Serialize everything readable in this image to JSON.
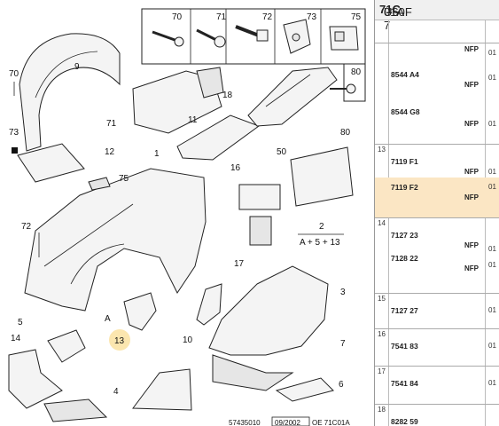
{
  "header": {
    "code_prefix": "U60F 7",
    "code_bold": "71C",
    "code_suffix": "01A"
  },
  "callouts": {
    "c70": "70",
    "c71": "71",
    "c72": "72",
    "c73": "73",
    "c75": "75",
    "c80": "80",
    "c1": "1",
    "c2": "2",
    "c3": "3",
    "c4": "4",
    "c5": "5",
    "c6": "6",
    "c7": "7",
    "c9": "9",
    "c10": "10",
    "c11": "11",
    "c12": "12",
    "c13": "13",
    "c14": "14",
    "c16": "16",
    "c17": "17",
    "c18": "18",
    "c50": "50",
    "A": "A",
    "formula": "A + 5 + 13"
  },
  "footer": {
    "ref1": "57435010",
    "date": "09/2002",
    "ref2": "OE 71C01A"
  },
  "parts_rows": [
    {
      "index": "",
      "lines": [
        {
          "ref": "",
          "nfp": "NFP",
          "qty": "01"
        },
        {
          "ref": "8544 A4",
          "nfp": "NFP",
          "qty": "01"
        },
        {
          "ref": "8544 G8",
          "nfp": "NFP",
          "qty": "01"
        }
      ]
    },
    {
      "index": "13",
      "lines": [
        {
          "ref": "7119 F1",
          "nfp": "NFP",
          "qty": "01"
        }
      ]
    },
    {
      "index": "",
      "selected": true,
      "lines": [
        {
          "ref": "7119 F2",
          "nfp": "NFP",
          "qty": "01"
        }
      ]
    },
    {
      "index": "14",
      "lines": [
        {
          "ref": "7127 23",
          "nfp": "NFP",
          "qty": "01"
        },
        {
          "ref": "7128 22",
          "nfp": "NFP",
          "qty": "01"
        }
      ]
    },
    {
      "index": "15",
      "lines": [
        {
          "ref": "7127 27",
          "nfp": "",
          "qty": "01"
        }
      ]
    },
    {
      "index": "16",
      "lines": [
        {
          "ref": "7541 83",
          "nfp": "",
          "qty": "01"
        }
      ]
    },
    {
      "index": "17",
      "lines": [
        {
          "ref": "7541 84",
          "nfp": "",
          "qty": "01"
        }
      ]
    },
    {
      "index": "18",
      "lines": [
        {
          "ref": "8282 59",
          "nfp": "",
          "qty": ""
        }
      ]
    }
  ],
  "colors": {
    "highlight": "#fbe6c4",
    "callout_highlight": "#fbe3a6"
  }
}
